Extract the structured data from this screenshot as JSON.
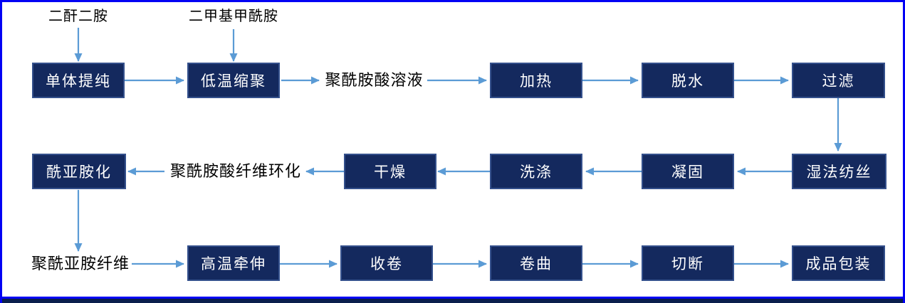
{
  "diagram": {
    "type": "flowchart",
    "language": "zh-CN",
    "colors": {
      "box_fill": "#14295E",
      "box_border": "#34508C",
      "box_text": "#FFFFFF",
      "arrow": "#5B9BD5",
      "frame_border": "#0201F4",
      "footer_bar": "#0A1F4D",
      "label_text": "#000000",
      "background": "#FFFFFF"
    },
    "nodes": {
      "dianhydride_diamine": "二酐二胺",
      "dmf": "二甲基甲酰胺",
      "monomer_purification": "单体提纯",
      "low_temp_polycondensation": "低温缩聚",
      "polyamic_acid_solution": "聚酰胺酸溶液",
      "heating": "加热",
      "dehydration": "脱水",
      "filtration": "过滤",
      "wet_spinning": "湿法纺丝",
      "coagulation": "凝固",
      "washing": "洗涤",
      "drying": "干燥",
      "polyamic_acid_fiber_cyclization": "聚酰胺酸纤维环化",
      "imidization": "酰亚胺化",
      "polyimide_fiber": "聚酰亚胺纤维",
      "high_temp_drawing": "高温牵伸",
      "winding": "收卷",
      "crimping": "卷曲",
      "cutting": "切断",
      "finished_packaging": "成品包装"
    },
    "edges": [
      {
        "from": "二酐二胺",
        "to": "单体提纯"
      },
      {
        "from": "二甲基甲酰胺",
        "to": "低温缩聚"
      },
      {
        "from": "单体提纯",
        "to": "低温缩聚"
      },
      {
        "from": "低温缩聚",
        "to": "聚酰胺酸溶液"
      },
      {
        "from": "聚酰胺酸溶液",
        "to": "加热"
      },
      {
        "from": "加热",
        "to": "脱水"
      },
      {
        "from": "脱水",
        "to": "过滤"
      },
      {
        "from": "过滤",
        "to": "湿法纺丝"
      },
      {
        "from": "湿法纺丝",
        "to": "凝固"
      },
      {
        "from": "凝固",
        "to": "洗涤"
      },
      {
        "from": "洗涤",
        "to": "干燥"
      },
      {
        "from": "干燥",
        "to": "聚酰胺酸纤维环化"
      },
      {
        "from": "聚酰胺酸纤维环化",
        "to": "酰亚胺化"
      },
      {
        "from": "酰亚胺化",
        "to": "聚酰亚胺纤维"
      },
      {
        "from": "聚酰亚胺纤维",
        "to": "高温牵伸"
      },
      {
        "from": "高温牵伸",
        "to": "收卷"
      },
      {
        "from": "收卷",
        "to": "卷曲"
      },
      {
        "from": "卷曲",
        "to": "切断"
      },
      {
        "from": "切断",
        "to": "成品包装"
      }
    ]
  }
}
